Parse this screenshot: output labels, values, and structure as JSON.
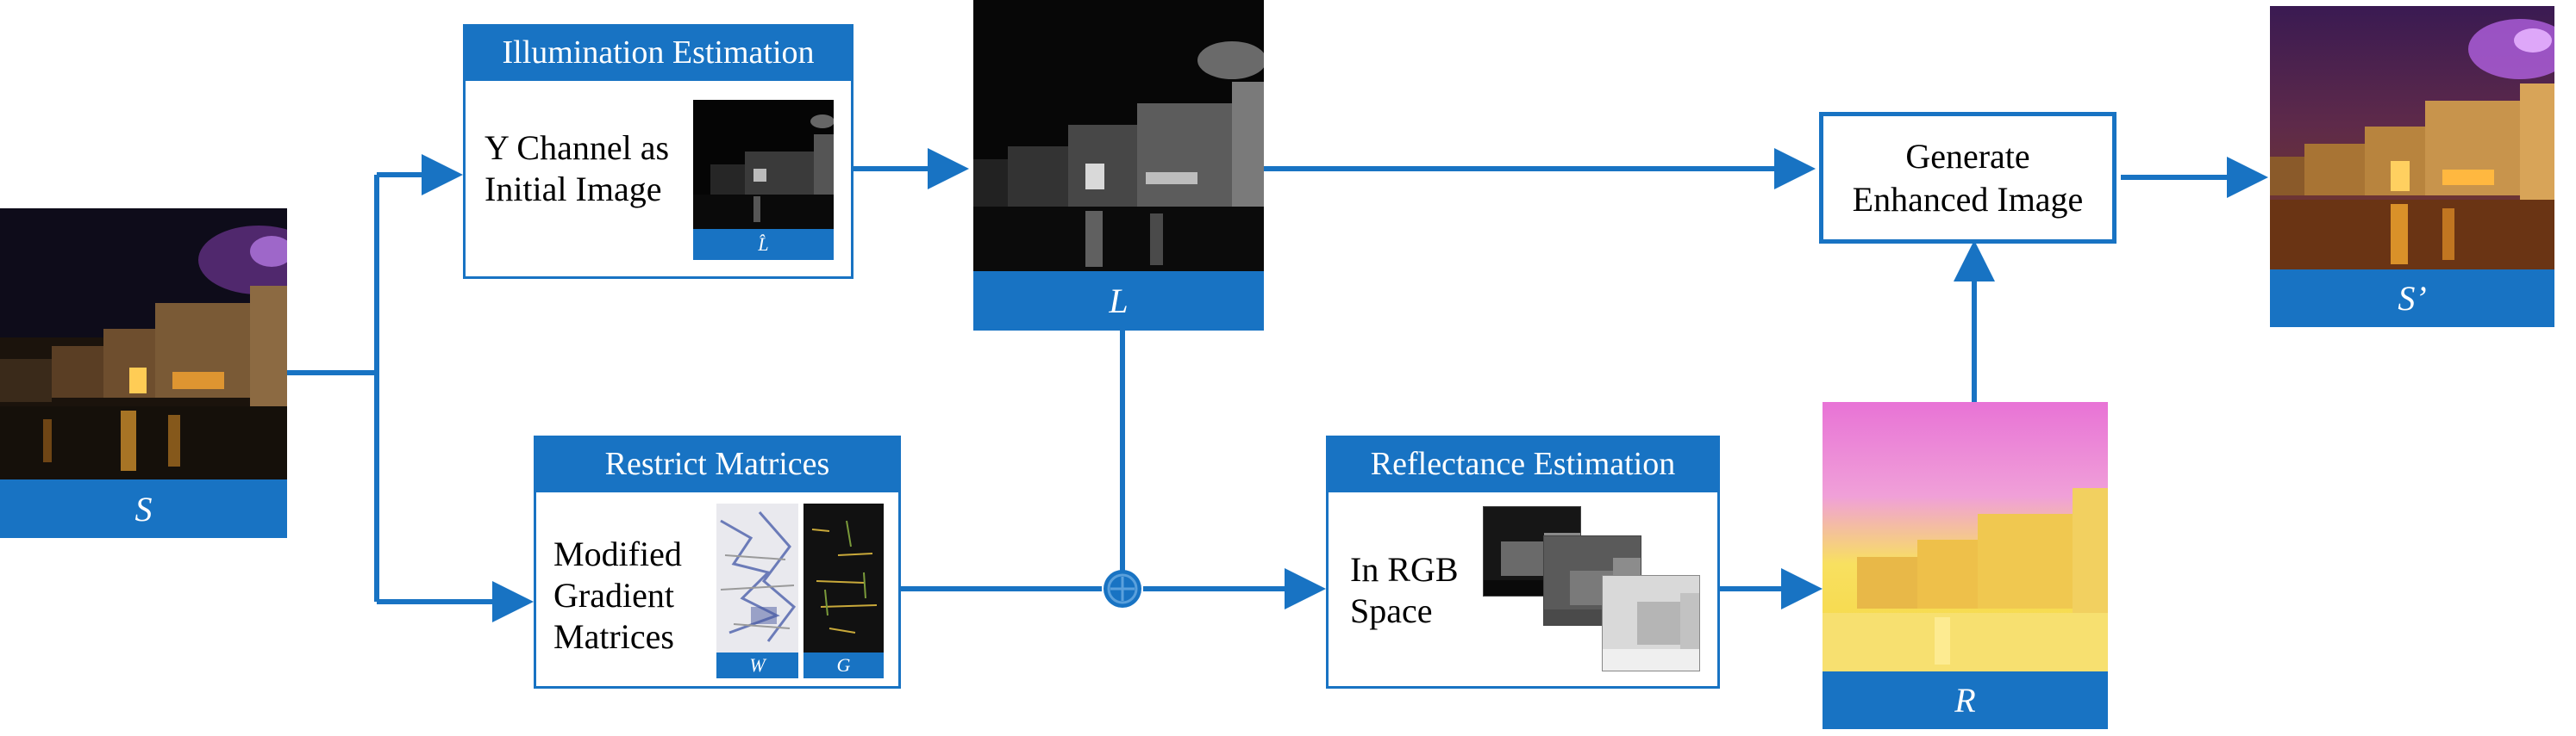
{
  "nodes": {
    "input": {
      "caption": "S"
    },
    "illumination": {
      "title": "Illumination Estimation",
      "text_line1": "Y Channel as",
      "text_line2": "Initial Image",
      "thumb_caption": "L̂"
    },
    "illumination_map": {
      "caption": "L"
    },
    "restrict": {
      "title": "Restrict Matrices",
      "text_line1": "Modified",
      "text_line2": "Gradient",
      "text_line3": "Matrices",
      "thumb_w_caption": "W",
      "thumb_g_caption": "G"
    },
    "reflectance": {
      "title": "Reflectance Estimation",
      "text_line1": "In RGB",
      "text_line2": "Space"
    },
    "reflectance_map": {
      "caption": "R"
    },
    "generate": {
      "line1": "Generate",
      "line2": "Enhanced Image"
    },
    "output": {
      "caption": "S’"
    }
  },
  "colors": {
    "accent": "#1873c3",
    "background": "#ffffff",
    "text": "#000000"
  },
  "icons": {
    "combine_node": "circled-plus-icon"
  }
}
